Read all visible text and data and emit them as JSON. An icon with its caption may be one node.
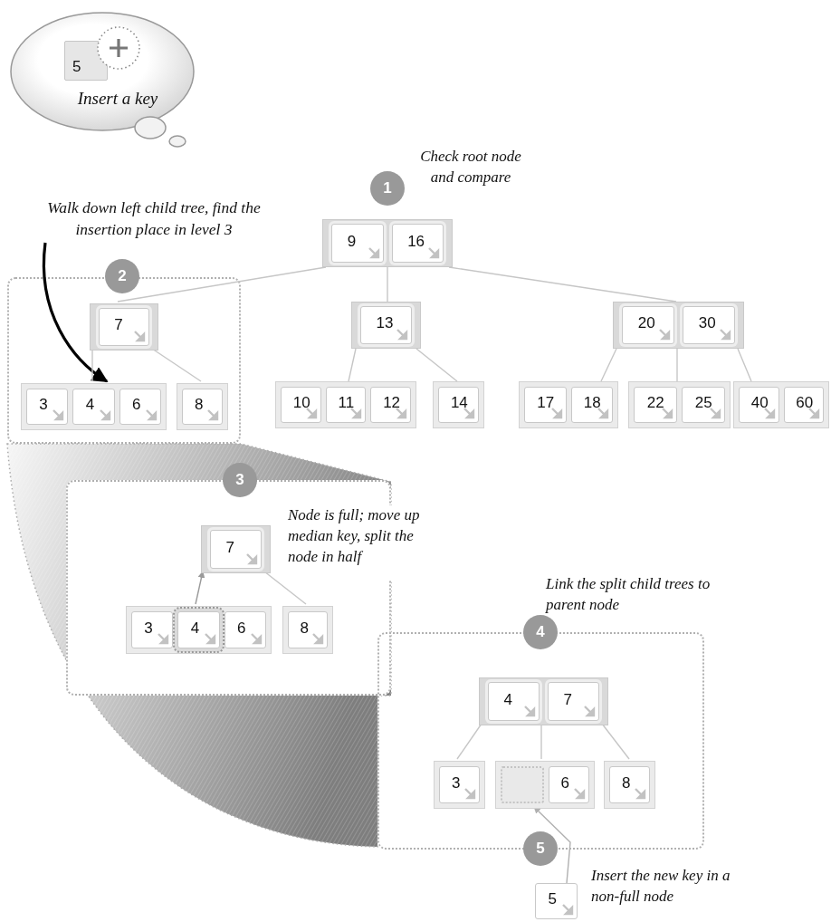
{
  "diagram": {
    "nodes": [
      {
        "text": [
          "Insert a key"
        ]
      },
      {
        "text": [
          "5"
        ],
        "in": 0
      },
      {
        "text": [
          "Walk down left child tree, find the insertion place in level 3"
        ]
      },
      {
        "text": [
          "1"
        ],
        "beside": [
          "Check root node and compare"
        ]
      },
      {
        "text": [
          "9",
          "16"
        ]
      },
      {
        "text": [],
        "shape": "box"
      },
      {
        "text": [
          "2"
        ]
      },
      {
        "text": [
          "7"
        ],
        "in": 5
      },
      {
        "text": [
          "3",
          "4",
          "6"
        ],
        "in": 5
      },
      {
        "text": [
          "8"
        ],
        "in": 5
      },
      {
        "text": [
          "13"
        ]
      },
      {
        "text": [
          "20",
          "30"
        ]
      },
      {
        "text": [
          "10",
          "11",
          "12"
        ]
      },
      {
        "text": [
          "14"
        ]
      },
      {
        "text": [
          "17",
          "18"
        ]
      },
      {
        "text": [
          "22",
          "25"
        ]
      },
      {
        "text": [
          "40",
          "60"
        ]
      },
      {
        "text": [],
        "shape": "box"
      },
      {
        "text": [
          "3"
        ]
      },
      {
        "text": [
          "7"
        ],
        "in": 17
      },
      {
        "text": [
          "3",
          "4",
          "6"
        ],
        "in": 17
      },
      {
        "text": [
          "8"
        ],
        "in": 17
      },
      {
        "text": [],
        "shape": "box"
      },
      {
        "text": [
          "4"
        ],
        "beside": [
          "Link the split child trees to parent node"
        ]
      },
      {
        "text": [
          "4",
          "7"
        ],
        "in": 22
      },
      {
        "text": [
          "3"
        ],
        "in": 22
      },
      {
        "text": [
          "6"
        ],
        "in": 22
      },
      {
        "text": [
          "8"
        ],
        "in": 22
      },
      {
        "text": [
          "5"
        ]
      },
      {
        "text": [
          "5"
        ]
      }
    ],
    "edges": [
      {
        "from": 2,
        "to": 8,
        "arrow": "to",
        "style": "thick",
        "color": "#000000"
      },
      {
        "from": 4,
        "to": 7,
        "arrow": "none"
      },
      {
        "from": 4,
        "to": 10,
        "arrow": "none"
      },
      {
        "from": 4,
        "to": 11,
        "arrow": "none"
      },
      {
        "from": 7,
        "to": 8,
        "arrow": "none"
      },
      {
        "from": 7,
        "to": 9,
        "arrow": "none"
      },
      {
        "from": 10,
        "to": 12,
        "arrow": "none"
      },
      {
        "from": 10,
        "to": 13,
        "arrow": "none"
      },
      {
        "from": 11,
        "to": 14,
        "arrow": "none"
      },
      {
        "from": 11,
        "to": 15,
        "arrow": "none"
      },
      {
        "from": 11,
        "to": 16,
        "arrow": "none"
      },
      {
        "from": 20,
        "to": 19,
        "arrow": "to",
        "color": "#9a9a9a"
      },
      {
        "from": 19,
        "to": 21,
        "arrow": "none"
      },
      {
        "from": 24,
        "to": 25,
        "arrow": "none"
      },
      {
        "from": 24,
        "to": 26,
        "arrow": "none"
      },
      {
        "from": 24,
        "to": 27,
        "arrow": "none"
      },
      {
        "from": 29,
        "to": 26,
        "arrow": "to",
        "color": "#b0b0b0"
      }
    ],
    "labels": [
      "Node is full; move up median key, split the node in half",
      "Insert the new key in a non-full node"
    ]
  }
}
